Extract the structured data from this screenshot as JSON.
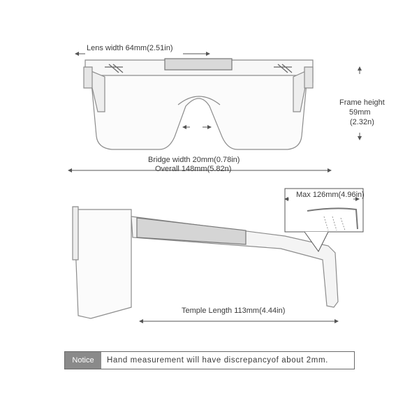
{
  "front_view": {
    "lens_width": "Lens width 64mm(2.51in)",
    "frame_height_title": "Frame height",
    "frame_height_mm": "59mm",
    "frame_height_in": "(2.32n)",
    "bridge_width": "Bridge width 20mm(0.78in)",
    "overall": "Overall 148mm(5.82n)"
  },
  "side_view": {
    "max_length": "Max 126mm(4.96in)",
    "temple_length": "Temple Length 113mm(4.44in)"
  },
  "notice": {
    "tag": "Notice",
    "text": "Hand measurement will have discrepancyof about 2mm."
  }
}
